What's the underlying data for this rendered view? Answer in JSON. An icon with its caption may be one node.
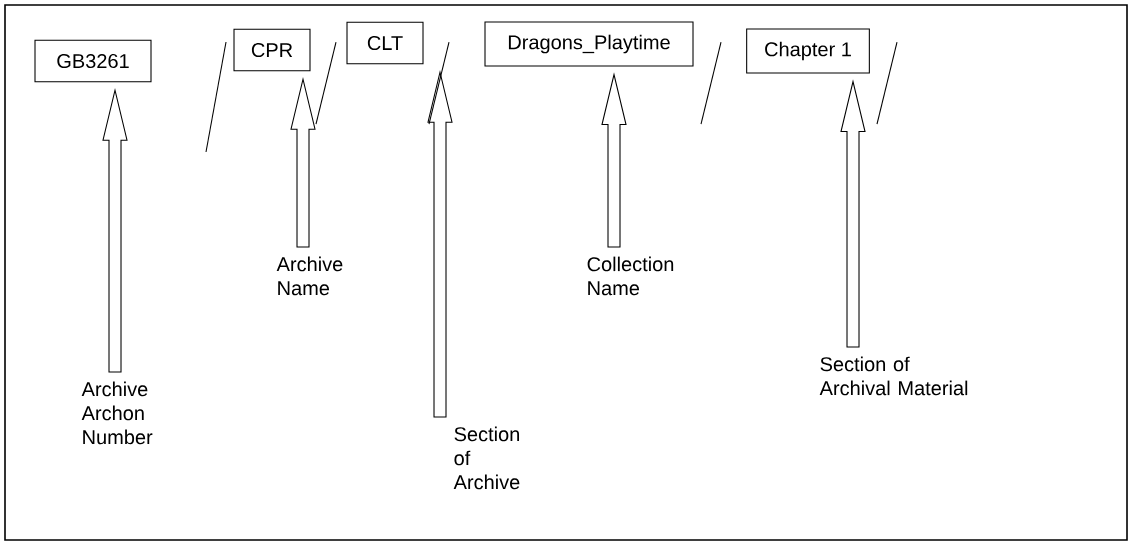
{
  "diagram": {
    "nodes": [
      {
        "text": [
          "GB3261"
        ]
      },
      {
        "text": [
          "CPR"
        ]
      },
      {
        "text": [
          "CLT"
        ]
      },
      {
        "text": [
          "Dragons_Playtime"
        ]
      },
      {
        "text": [
          "Chapter 1"
        ]
      },
      {
        "text": [
          "Archive Archon Number"
        ]
      },
      {
        "text": [
          "Archive Name"
        ]
      },
      {
        "text": [
          "Section of Archive"
        ]
      },
      {
        "text": [
          "Collection Name"
        ]
      },
      {
        "text": [
          "Section of Archival Material"
        ]
      }
    ],
    "edges": [
      {
        "from": 5,
        "to": 0,
        "arrow": "to"
      },
      {
        "from": 6,
        "to": 1,
        "arrow": "to"
      },
      {
        "from": 7,
        "to": 2,
        "arrow": "to"
      },
      {
        "from": 8,
        "to": 3,
        "arrow": "to"
      },
      {
        "from": 9,
        "to": 4,
        "arrow": "to"
      }
    ]
  }
}
